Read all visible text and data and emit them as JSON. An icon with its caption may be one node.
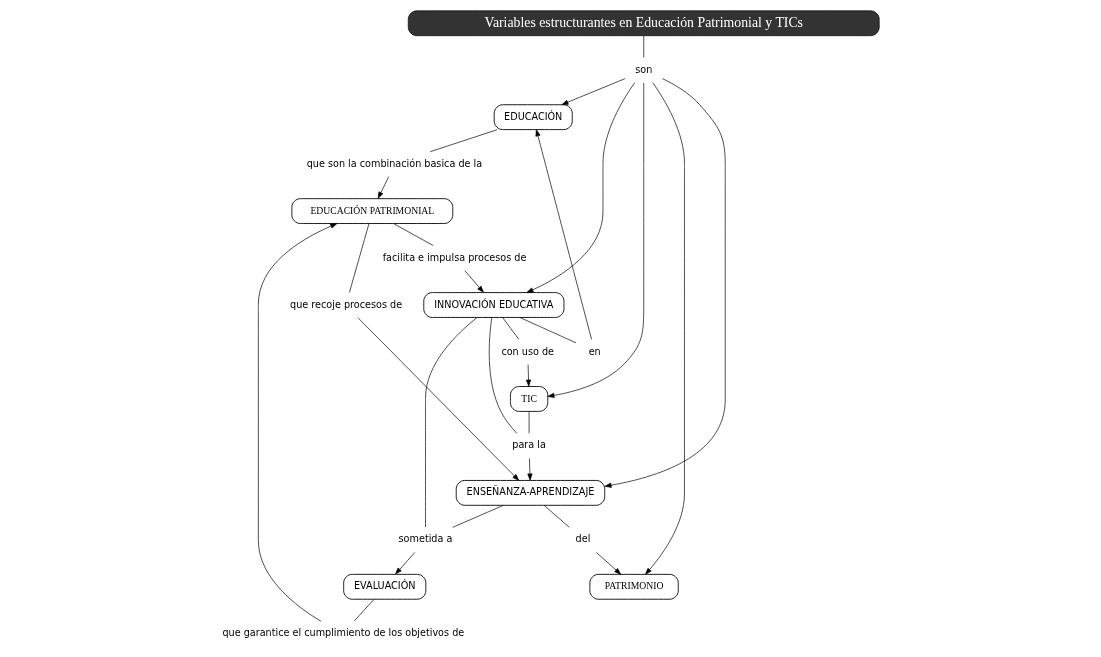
{
  "diagram": {
    "nodes": [
      {
        "text": [
          "Variables estructurantes en Educación Patrimonial y TICs"
        ]
      },
      {
        "text": [
          "EDUCACIÓN"
        ]
      },
      {
        "text": [
          "son"
        ]
      },
      {
        "text": [
          "INNOVACIÓN EDUCATIVA"
        ]
      },
      {
        "text": [
          "en"
        ]
      },
      {
        "text": [
          "con uso de"
        ]
      },
      {
        "text": [
          "TIC"
        ]
      },
      {
        "text": [
          "que son la combinación basica de la"
        ]
      },
      {
        "text": [
          "PATRIMONIO"
        ]
      },
      {
        "text": [
          "para la"
        ]
      },
      {
        "text": [
          "del"
        ]
      },
      {
        "text": [
          "ENSEÑANZA-APRENDIZAJE"
        ]
      },
      {
        "text": [
          "sometida a"
        ]
      },
      {
        "text": [
          "que recoje procesos de"
        ]
      },
      {
        "text": [
          "EVALUACIÓN"
        ]
      },
      {
        "text": [
          "que garantice el cumplimiento de los objetivos de"
        ]
      },
      {
        "text": [
          "EDUCACIÓN PATRIMONIAL"
        ]
      },
      {
        "text": [
          "facilita e impulsa procesos de"
        ]
      }
    ],
    "edges": [
      {
        "from": 0,
        "to": 2,
        "arrow": "none"
      },
      {
        "from": 2,
        "to": 1,
        "arrow": "to"
      },
      {
        "from": 2,
        "to": 3,
        "arrow": "to"
      },
      {
        "from": 2,
        "to": 6,
        "arrow": "to"
      },
      {
        "from": 2,
        "to": 8,
        "arrow": "to"
      },
      {
        "from": 2,
        "to": 11,
        "arrow": "to"
      },
      {
        "from": 3,
        "to": 4,
        "arrow": "none"
      },
      {
        "from": 4,
        "to": 1,
        "arrow": "to"
      },
      {
        "from": 3,
        "to": 5,
        "arrow": "none"
      },
      {
        "from": 5,
        "to": 6,
        "arrow": "to"
      },
      {
        "from": 1,
        "to": 7,
        "arrow": "none"
      },
      {
        "from": 7,
        "to": 16,
        "arrow": "to"
      },
      {
        "from": 3,
        "to": 9,
        "arrow": "none"
      },
      {
        "from": 6,
        "to": 9,
        "arrow": "none"
      },
      {
        "from": 9,
        "to": 11,
        "arrow": "to"
      },
      {
        "from": 11,
        "to": 10,
        "arrow": "none"
      },
      {
        "from": 10,
        "to": 8,
        "arrow": "to"
      },
      {
        "from": 11,
        "to": 12,
        "arrow": "none"
      },
      {
        "from": 3,
        "to": 12,
        "arrow": "none"
      },
      {
        "from": 12,
        "to": 14,
        "arrow": "to"
      },
      {
        "from": 16,
        "to": 13,
        "arrow": "none"
      },
      {
        "from": 13,
        "to": 11,
        "arrow": "to"
      },
      {
        "from": 14,
        "to": 15,
        "arrow": "none"
      },
      {
        "from": 15,
        "to": 16,
        "arrow": "to"
      },
      {
        "from": 16,
        "to": 17,
        "arrow": "none"
      },
      {
        "from": 17,
        "to": 3,
        "arrow": "to"
      }
    ]
  }
}
